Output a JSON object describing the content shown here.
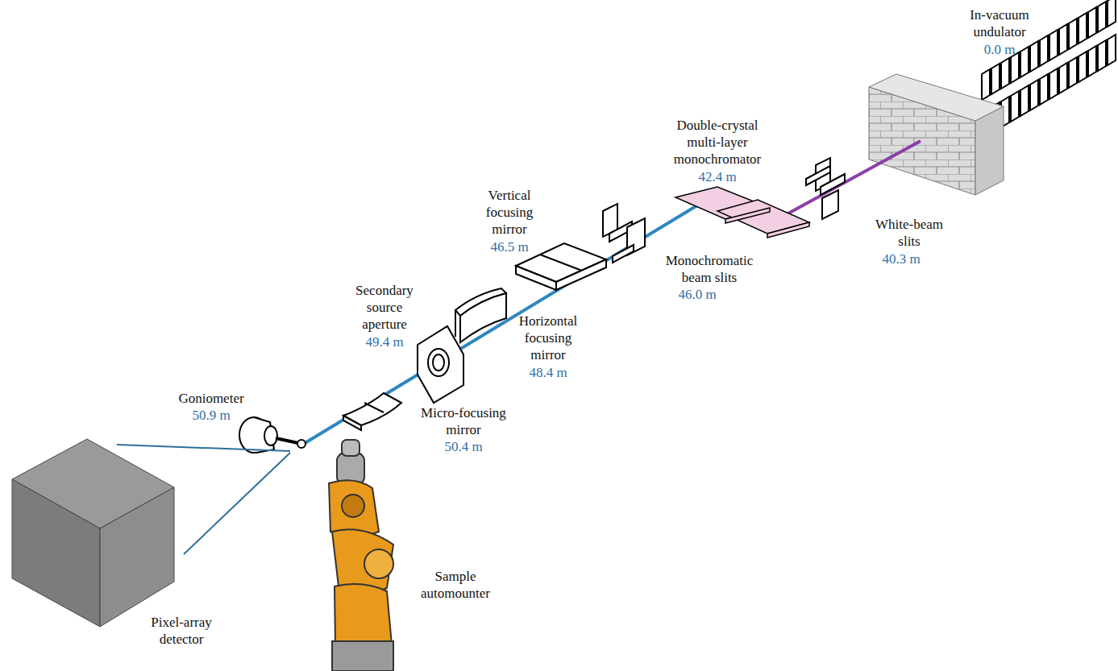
{
  "diagram": {
    "labels": [
      "In-vacuum undulator",
      "0.0 m",
      "Double-crystal multi-layer monochromator",
      "42.4 m",
      "White-beam slits",
      "40.3 m",
      "Vertical focusing mirror",
      "46.5 m",
      "Monochromatic beam slits",
      "46.0 m",
      "Secondary source aperture",
      "49.4 m",
      "Horizontal focusing mirror",
      "48.4 m",
      "Goniometer",
      "50.9 m",
      "Micro-focusing mirror",
      "50.4 m",
      "Sample automounter",
      "Pixel-array detector"
    ]
  }
}
